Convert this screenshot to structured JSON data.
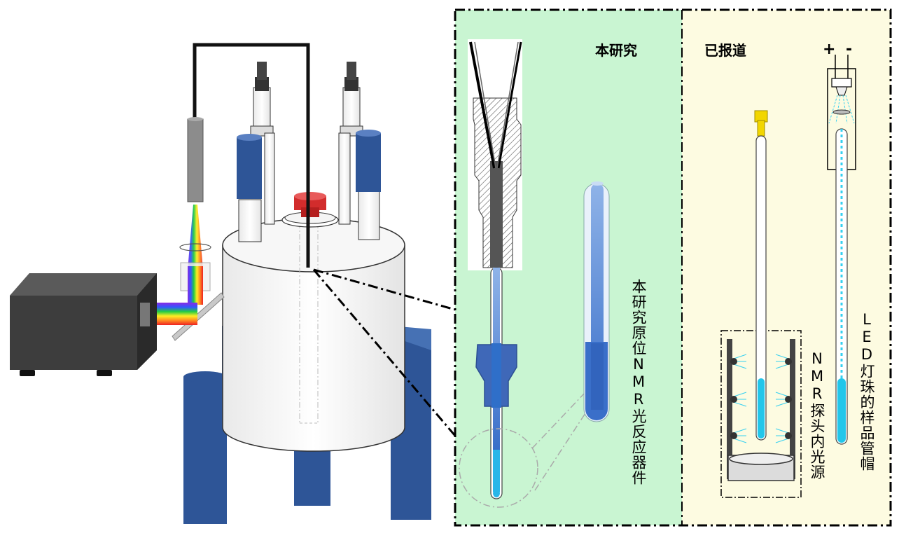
{
  "labels": {
    "this_study": "本研究",
    "reported": "已报道",
    "this_study_reactor": "本研究原位NMR光反应器件",
    "nmr_probe_light": "NMR探头内光源",
    "led_cap": "LED灯珠的样品管帽",
    "plus": "+",
    "minus": "-"
  },
  "colors": {
    "panel_green": "#c9f5d2",
    "panel_yellow": "#fdfbe1",
    "blue": "#2f579a",
    "cyan": "#22c6ea",
    "red": "#d22c2c",
    "dark_box": "#3d3d3d"
  }
}
